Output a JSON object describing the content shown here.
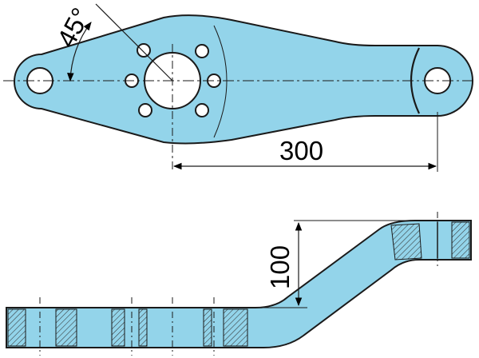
{
  "colors": {
    "part_fill": "#93d4ea",
    "outline": "#1a1a1a",
    "hatch": "#333333",
    "background": "#ffffff"
  },
  "dimensions": {
    "angle_label": "45°",
    "length_label": "300",
    "height_label": "100"
  },
  "views": {
    "top": "plan-view",
    "bottom": "side-section-view"
  }
}
